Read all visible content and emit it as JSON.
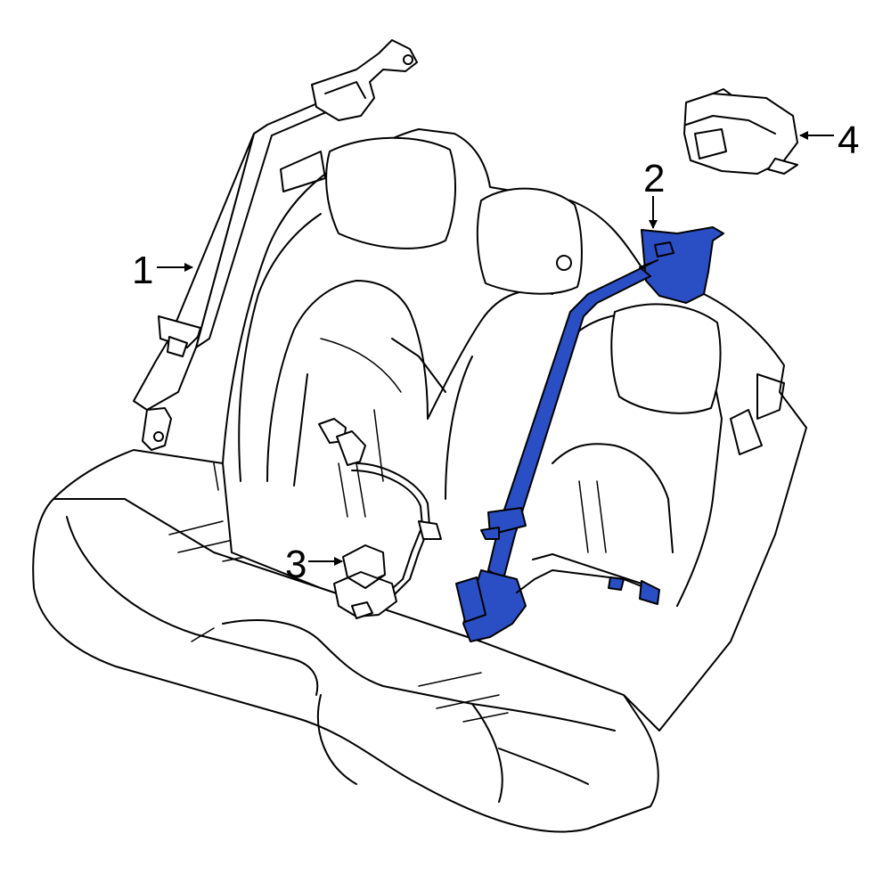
{
  "colors": {
    "highlight": "#2a4fc4",
    "line": "#000000",
    "background": "#ffffff"
  },
  "callouts": {
    "c1": "1",
    "c2": "2",
    "c3": "3",
    "c4": "4"
  }
}
